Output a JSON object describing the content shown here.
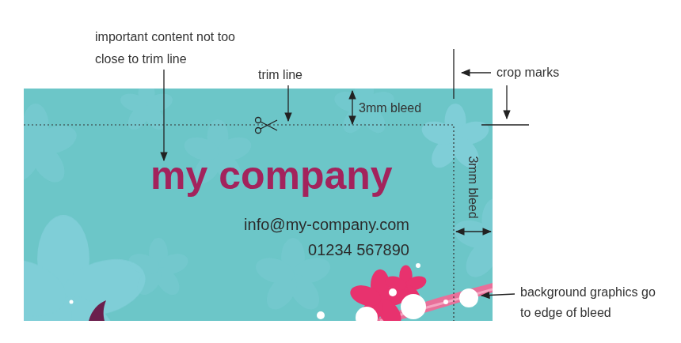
{
  "diagram": {
    "nodes": [
      {
        "text": [
          "my company",
          "info@my-company.com",
          "01234 567890"
        ]
      }
    ],
    "labels": [
      "important content not too close to trim line",
      "trim line",
      "3mm bleed",
      "crop marks",
      "3mm bleed",
      "background graphics go to edge of bleed"
    ]
  }
}
